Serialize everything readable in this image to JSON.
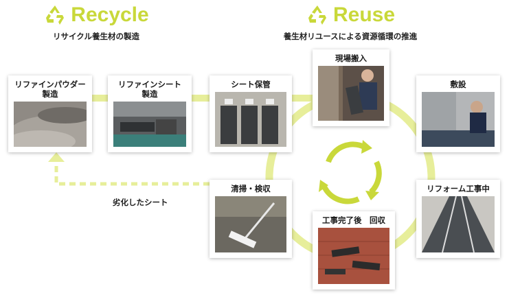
{
  "colors": {
    "accent": "#c9d83a",
    "accent_light": "#e7ee9a"
  },
  "sections": {
    "recycle": {
      "title": "Recycle",
      "subtitle": "リサイクル養生材の製造",
      "icon": "recycle-icon"
    },
    "reuse": {
      "title": "Reuse",
      "subtitle": "養生材リユースによる資源循環の推進",
      "icon": "recycle-icon"
    }
  },
  "steps": {
    "powder": {
      "label_line1": "リファインパウダー",
      "label_line2": "製造"
    },
    "sheet": {
      "label_line1": "リファインシート",
      "label_line2": "製造"
    },
    "storage": {
      "label": "シート保管"
    },
    "delivery": {
      "label": "現場搬入"
    },
    "laying": {
      "label": "敷設"
    },
    "reform": {
      "label": "リフォーム工事中"
    },
    "collect": {
      "label": "工事完了後　回収"
    },
    "clean": {
      "label": "清掃・検収"
    }
  },
  "degraded_label": "劣化したシート"
}
